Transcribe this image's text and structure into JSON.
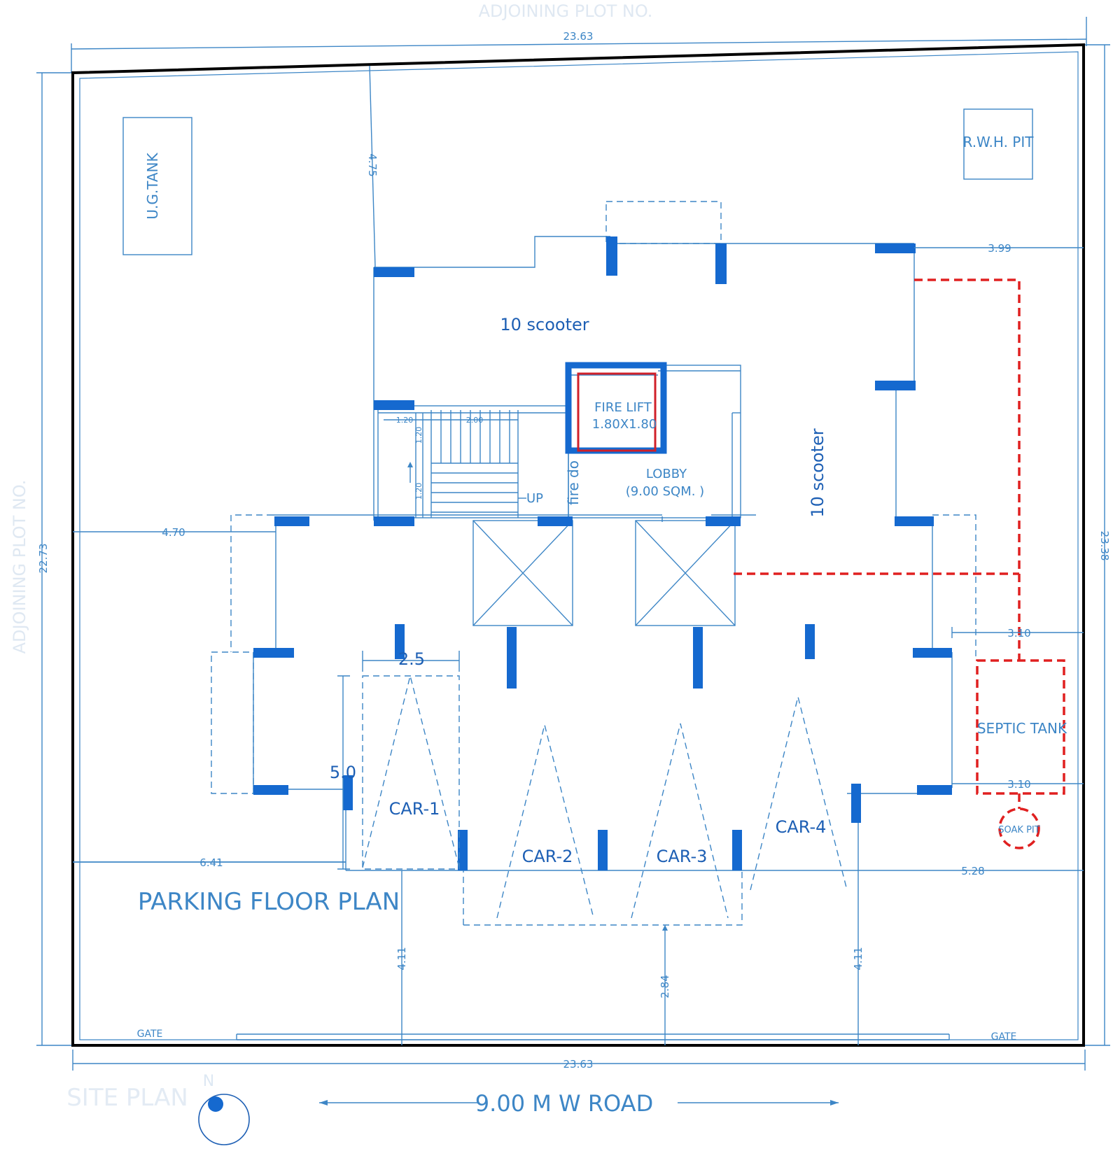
{
  "title": "PARKING FLOOR PLAN",
  "road_label": "9.00 M W ROAD",
  "site_plan_label": "SITE PLAN",
  "north_label": "N",
  "adjoining_top": "ADJOINING PLOT NO.",
  "adjoining_left": "ADJOINING PLOT NO.",
  "rooms": {
    "ug_tank": "U.G.TANK",
    "rwh_pit": "R.W.H. PIT",
    "fire_lift_line1": "FIRE LIFT",
    "fire_lift_line2": "1.80X1.80",
    "lobby_line1": "LOBBY",
    "lobby_line2": "(9.00 SQM. )",
    "fire_door": "fire do",
    "stair_up": "UP",
    "septic_tank": "SEPTIC TANK",
    "soak_pit": "SOAK PIT",
    "gate_left": "GATE",
    "gate_right": "GATE"
  },
  "parking": {
    "scooter_top": "10 scooter",
    "scooter_right": "10 scooter",
    "cars": [
      "CAR-1",
      "CAR-2",
      "CAR-3",
      "CAR-4"
    ],
    "car_width": "2.5",
    "car_length": "5.0"
  },
  "dimensions": {
    "top_width": "23.63",
    "bottom_width": "23.63",
    "left_height": "22.73",
    "right_height": "23.38",
    "front_setback": "4.75",
    "right_setback_top": "3.99",
    "left_setback": "4.70",
    "right_setback_mid": "3.10",
    "septic_width": "3.10",
    "left_offset_bottom": "6.41",
    "right_offset_bottom": "5.28",
    "front_left": "4.11",
    "front_center": "2.84",
    "front_right": "4.11",
    "stair_1": "1.20",
    "stair_2": "2.00",
    "stair_3": "1.20",
    "stair_4": "1.20"
  },
  "colors": {
    "line": "#3d86c6",
    "column": "#1569cf",
    "septic_line": "#e02020",
    "boundary": "#000000"
  }
}
